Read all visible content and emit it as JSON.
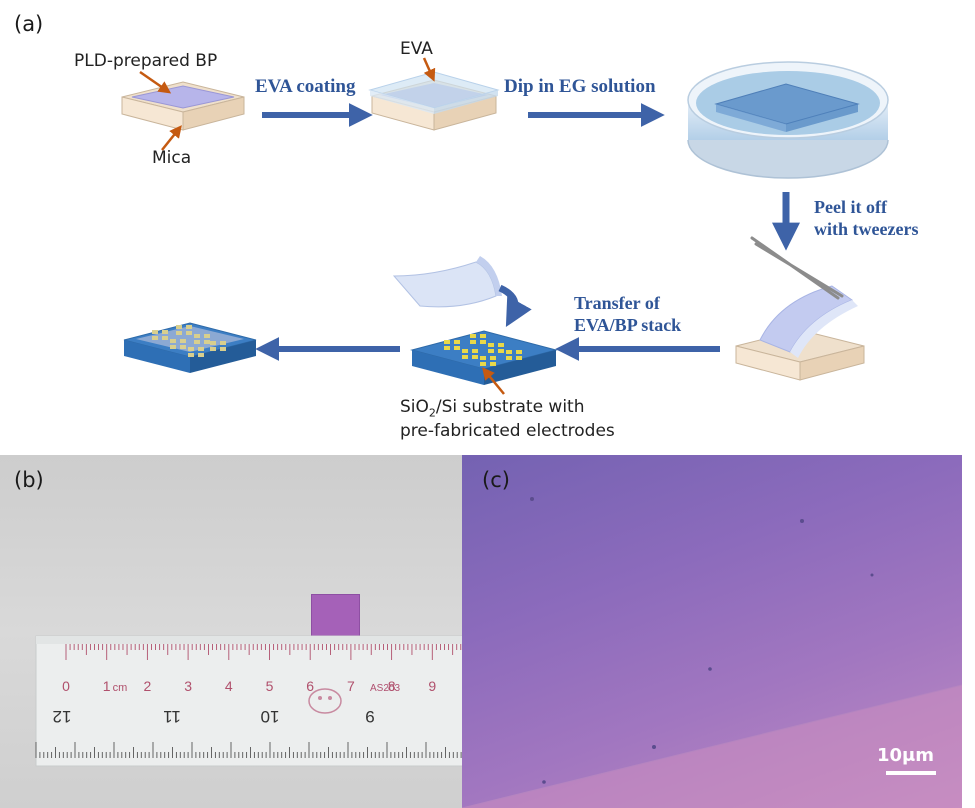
{
  "panel_a": {
    "label": "(a)",
    "callouts": {
      "bp": "PLD-prepared BP",
      "mica": "Mica",
      "eva": "EVA",
      "substrate_line1": "SiO",
      "substrate_sub": "2",
      "substrate_rest": "/Si substrate with",
      "substrate_line2": "pre-fabricated electrodes"
    },
    "steps": {
      "eva_coating": "EVA coating",
      "dip": "Dip in EG solution",
      "peel_line1": "Peel it off",
      "peel_line2": "with tweezers",
      "transfer_line1": "Transfer of",
      "transfer_line2": "EVA/BP stack"
    }
  },
  "panel_b": {
    "label": "(b)",
    "ruler_top": [
      "0",
      "1",
      "cm",
      "2",
      "3",
      "4",
      "5",
      "6",
      "7",
      "8",
      "9"
    ],
    "ruler_bottom": [
      "12",
      "11",
      "10",
      "9"
    ],
    "ruler_mark": "AS203"
  },
  "panel_c": {
    "label": "(c)",
    "scale_bar": "10μm"
  },
  "colors": {
    "arrow": "#3e63a8",
    "step_text": "#2f5597",
    "callout_arrow": "#c55a11",
    "substrate": "#2e6fb5"
  }
}
